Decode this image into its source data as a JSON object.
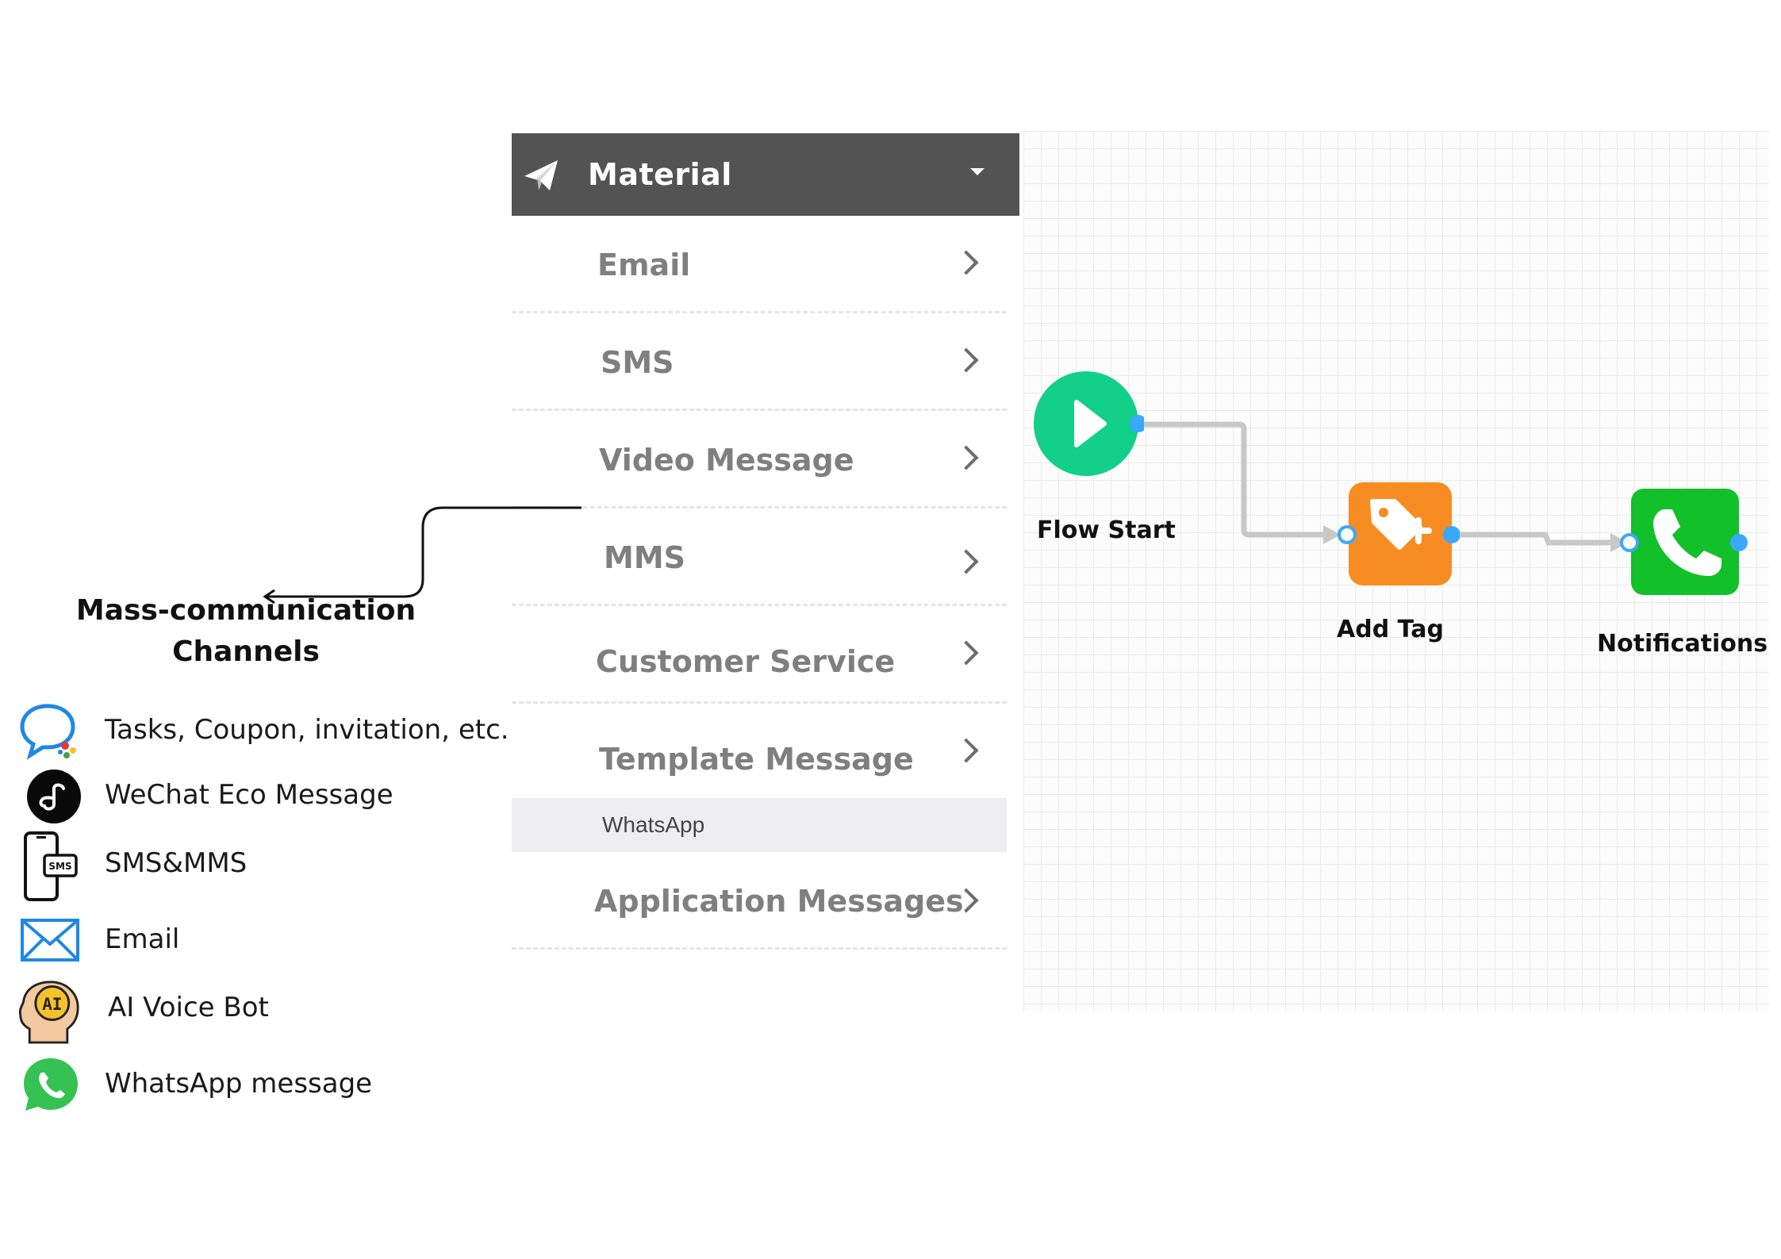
{
  "menu": {
    "header_title": "Material",
    "items": [
      {
        "label": "Email"
      },
      {
        "label": "SMS"
      },
      {
        "label": "Video Message"
      },
      {
        "label": "MMS"
      },
      {
        "label": "Customer Service"
      },
      {
        "label": "Template Message"
      },
      {
        "label": "Application Messages"
      }
    ],
    "whatsapp_label": "WhatsApp"
  },
  "flow": {
    "nodes": [
      {
        "label": "Flow Start",
        "icon": "play-icon",
        "color": "#12cf8a"
      },
      {
        "label": "Add Tag",
        "icon": "tag-plus-icon",
        "color": "#f78c23"
      },
      {
        "label": "Notifications",
        "icon": "phone-icon",
        "color": "#12c02a"
      }
    ],
    "port_color": "#3aa8ff",
    "connector_color": "#c8c8c8"
  },
  "channels": {
    "heading": "Mass-communication Channels",
    "items": [
      {
        "label": "Tasks, Coupon, invitation, etc.",
        "icon": "chat-bubble-icon"
      },
      {
        "label": "WeChat Eco Message",
        "icon": "mini-program-icon"
      },
      {
        "label": "SMS&MMS",
        "icon": "sms-phone-icon",
        "icon_text": "SMS"
      },
      {
        "label": "Email",
        "icon": "envelope-icon"
      },
      {
        "label": "AI Voice Bot",
        "icon": "ai-head-icon",
        "icon_text": "AI"
      },
      {
        "label": "WhatsApp message",
        "icon": "whatsapp-icon"
      }
    ]
  }
}
